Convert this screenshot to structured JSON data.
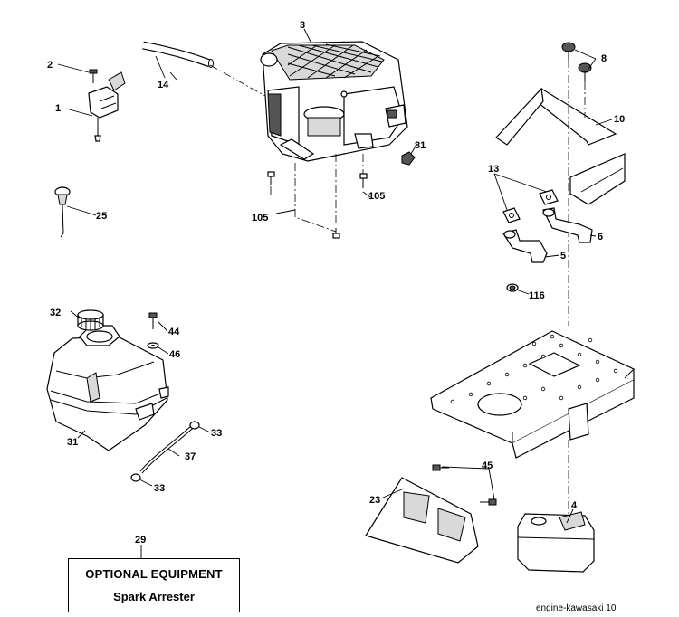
{
  "callouts": {
    "c1": "1",
    "c2": "2",
    "c3": "3",
    "c4": "4",
    "c5": "5",
    "c6": "6",
    "c8": "8",
    "c10": "10",
    "c13": "13",
    "c14": "14",
    "c23": "23",
    "c25": "25",
    "c29": "29",
    "c31": "31",
    "c32": "32",
    "c33a": "33",
    "c33b": "33",
    "c37": "37",
    "c44": "44",
    "c45": "45",
    "c46": "46",
    "c81": "81",
    "c105a": "105",
    "c105b": "105",
    "c116": "116"
  },
  "optional": {
    "title": "OPTIONAL EQUIPMENT",
    "item": "Spark Arrester"
  },
  "page_ref": "engine-kawasaki  10",
  "icons": {
    "engine": "engine-icon",
    "fuel_tank": "fuel-tank-icon",
    "muffler": "muffler-icon",
    "heat_shield": "heat-shield-icon",
    "frame": "engine-frame-icon"
  }
}
